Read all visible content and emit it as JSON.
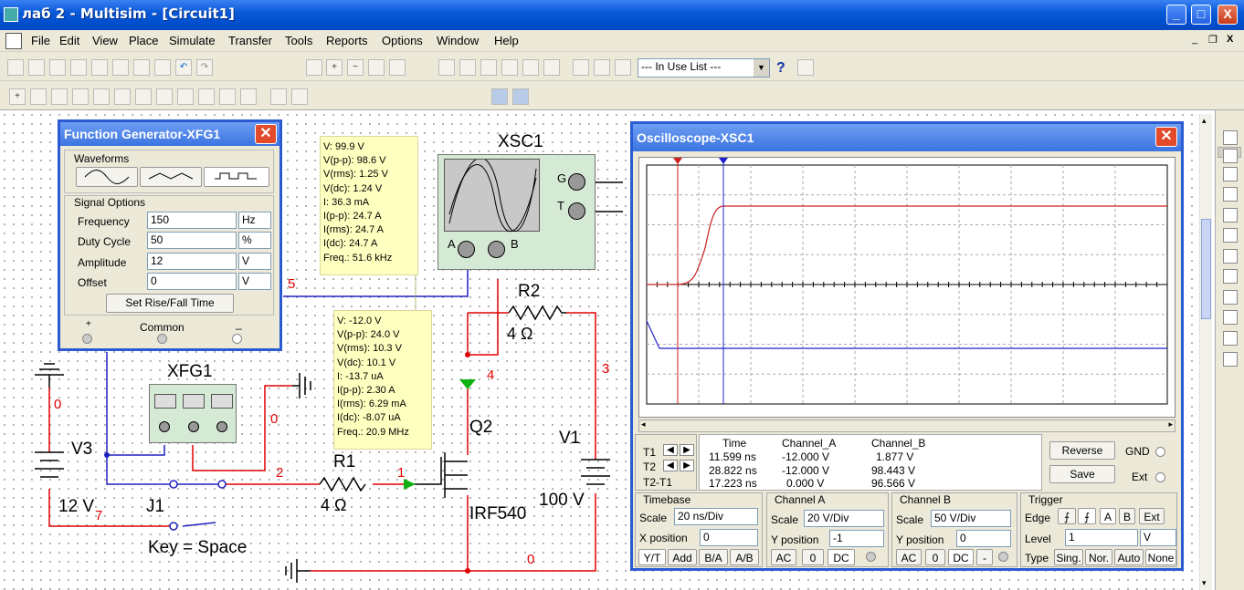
{
  "window": {
    "title": "лаб 2 - Multisim - [Circuit1]",
    "buttons": [
      "_",
      "□",
      "X"
    ]
  },
  "menu": [
    "File",
    "Edit",
    "View",
    "Place",
    "Simulate",
    "Transfer",
    "Tools",
    "Reports",
    "Options",
    "Window",
    "Help"
  ],
  "toolbar": {
    "in_use_list": "--- In Use List ---",
    "help": "?"
  },
  "fgen": {
    "title": "Function Generator-XFG1",
    "waveforms_label": "Waveforms",
    "signal_options_label": "Signal Options",
    "rows": [
      {
        "label": "Frequency",
        "value": "150",
        "unit": "Hz"
      },
      {
        "label": "Duty Cycle",
        "value": "50",
        "unit": "%"
      },
      {
        "label": "Amplitude",
        "value": "12",
        "unit": "V"
      },
      {
        "label": "Offset",
        "value": "0",
        "unit": "V"
      }
    ],
    "rise_fall": "Set Rise/Fall Time",
    "plus": "+",
    "common": "Common",
    "minus": "_"
  },
  "probe1": [
    "V: 99.9 V",
    "V(p-p): 98.6 V",
    "V(rms): 1.25 V",
    "V(dc): 1.24 V",
    "I: 36.3 mA",
    "I(p-p): 24.7 A",
    "I(rms): 24.7 A",
    "I(dc): 24.7 A",
    "Freq.: 51.6 kHz"
  ],
  "probe2": [
    "V: -12.0 V",
    "V(p-p): 24.0 V",
    "V(rms): 10.3 V",
    "V(dc): 10.1 V",
    "I: -13.7 uA",
    "I(p-p): 2.30 A",
    "I(rms): 6.29 mA",
    "I(dc): -8.07 uA",
    "Freq.: 20.9 MHz"
  ],
  "circuit": {
    "xsc1": "XSC1",
    "xsc_g": "G",
    "xsc_t": "T",
    "xsc_a": "A",
    "xsc_b": "B",
    "xfg1": "XFG1",
    "r2": "R2",
    "r2_val": "4 Ω",
    "r1": "R1",
    "r1_val": "4 Ω",
    "q2": "Q2",
    "q2_model": "IRF540",
    "v1": "V1",
    "v1_val": "100 V",
    "v3": "V3",
    "v3_val": "12 V",
    "j1": "J1",
    "j1_key": "Key = Space",
    "nets": {
      "n5": "5",
      "n4": "4",
      "n3": "3",
      "n0a": "0",
      "n0b": "0",
      "n0c": "0",
      "n2": "2",
      "n1": "1",
      "n7": "7"
    }
  },
  "scope": {
    "title": "Oscilloscope-XSC1",
    "cursor_headers": [
      "Time",
      "Channel_A",
      "Channel_B"
    ],
    "cursors": [
      {
        "label": "T1",
        "time": "11.599 ns",
        "a": "-12.000 V",
        "b": "1.877 V"
      },
      {
        "label": "T2",
        "time": "28.822 ns",
        "a": "-12.000 V",
        "b": "98.443 V"
      },
      {
        "label": "T2-T1",
        "time": "17.223 ns",
        "a": "0.000 V",
        "b": "96.566 V"
      }
    ],
    "reverse": "Reverse",
    "save": "Save",
    "gnd": "GND",
    "ext": "Ext",
    "timebase": {
      "label": "Timebase",
      "scale_label": "Scale",
      "scale": "20 ns/Div",
      "xpos_label": "X position",
      "xpos": "0",
      "buttons": [
        "Y/T",
        "Add",
        "B/A",
        "A/B"
      ]
    },
    "cha": {
      "label": "Channel A",
      "scale_label": "Scale",
      "scale": "20 V/Div",
      "ypos_label": "Y position",
      "ypos": "-1",
      "buttons": [
        "AC",
        "0",
        "DC"
      ]
    },
    "chb": {
      "label": "Channel B",
      "scale_label": "Scale",
      "scale": "50 V/Div",
      "ypos_label": "Y position",
      "ypos": "0",
      "buttons": [
        "AC",
        "0",
        "DC",
        "-"
      ]
    },
    "trigger": {
      "label": "Trigger",
      "edge_label": "Edge",
      "level_label": "Level",
      "level": "1",
      "level_unit": "V",
      "type_label": "Type",
      "edge_buttons": [
        "A",
        "B",
        "Ext"
      ],
      "type_buttons": [
        "Sing.",
        "Nor.",
        "Auto",
        "None"
      ]
    }
  }
}
